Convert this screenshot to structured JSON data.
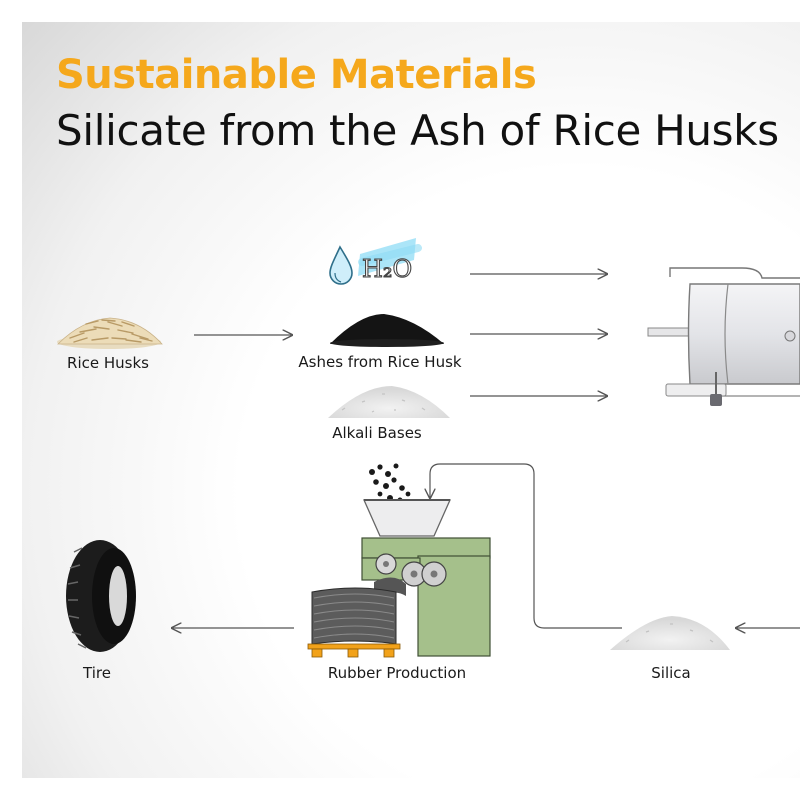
{
  "header": {
    "title": "Sustainable Materials",
    "subtitle": "Silicate from the Ash of Rice Husks"
  },
  "nodes": {
    "rice_husks": "Rice Husks",
    "ashes": "Ashes from Rice Husk",
    "alkali": "Alkali Bases",
    "tire": "Tire",
    "rubber": "Rubber Production",
    "silica": "Silica"
  },
  "icons": {
    "water": "water-drop-icon",
    "water_text": "H₂O"
  },
  "colors": {
    "accent": "#f5a81c",
    "title_text": "#111111",
    "machine_green": "#a5c08b",
    "pallet_orange": "#f2a21a",
    "h2o_highlight": "#8fdcf5"
  }
}
